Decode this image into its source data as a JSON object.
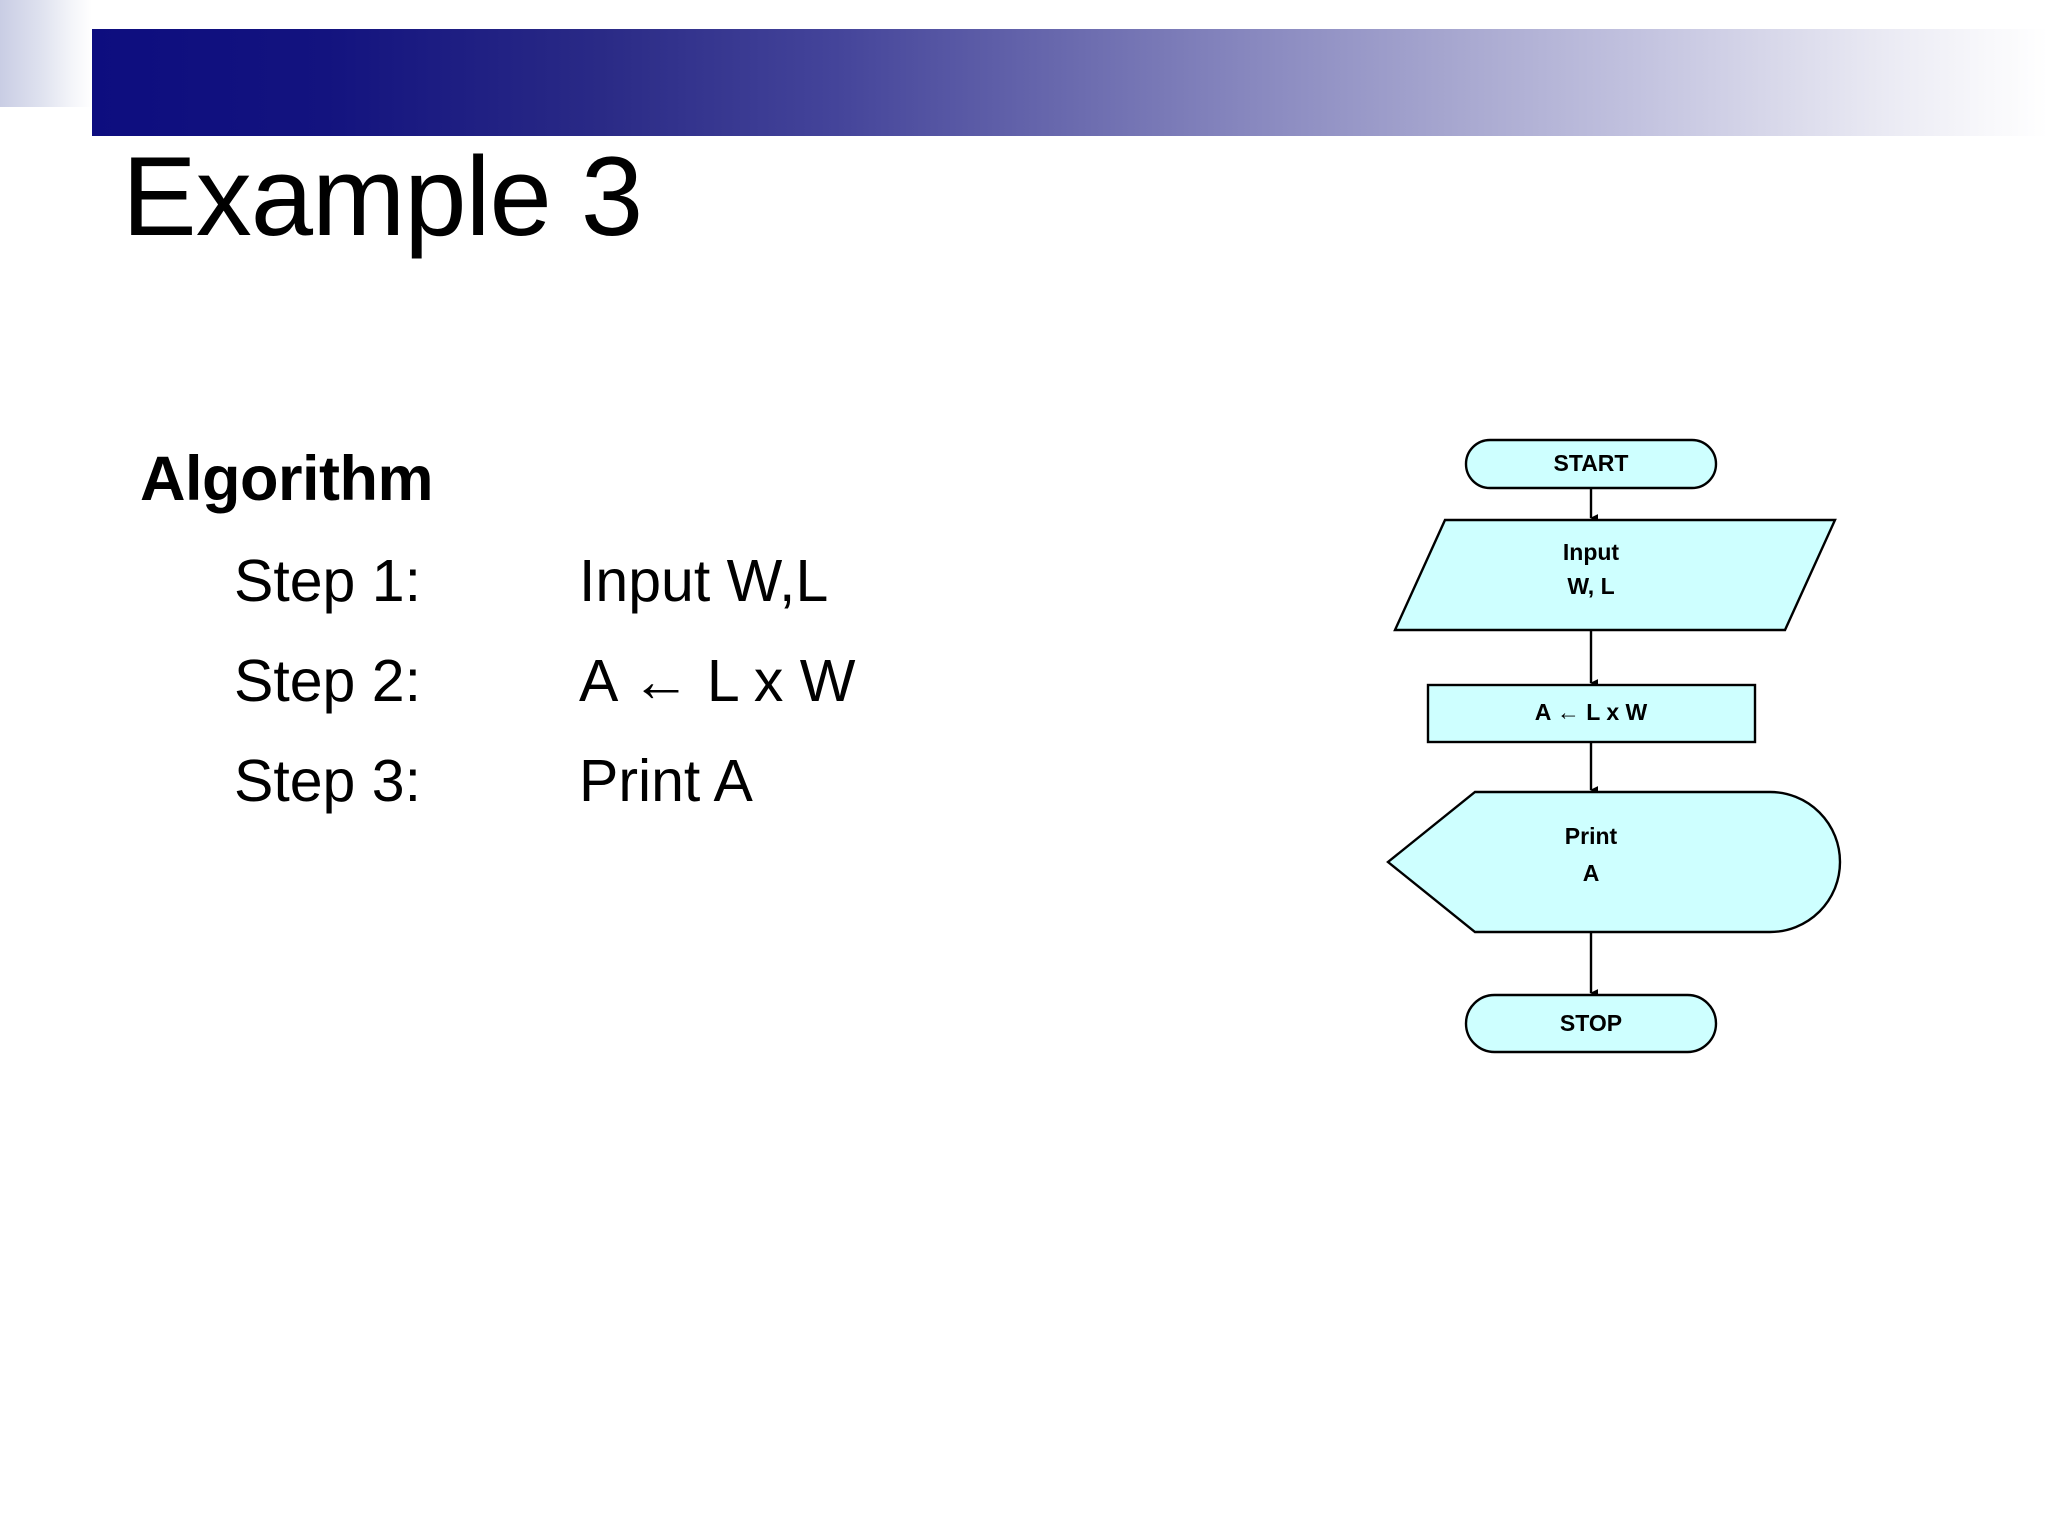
{
  "slide": {
    "title": "Example 3",
    "colors": {
      "banner_start": "#0d0d7f",
      "banner_end": "#ffffff",
      "shape_fill": "#ceffff",
      "shape_stroke": "#000000",
      "background": "#ffffff"
    }
  },
  "algorithm": {
    "heading": "Algorithm",
    "steps": [
      {
        "label": "Step 1:",
        "value": "Input W,L"
      },
      {
        "label": "Step 2:",
        "value": "A ← L  x  W"
      },
      {
        "label": "Step 3:",
        "value": "Print A"
      }
    ]
  },
  "flowchart": {
    "nodes": [
      {
        "id": "start",
        "shape": "terminator",
        "lines": [
          "START"
        ]
      },
      {
        "id": "input",
        "shape": "parallelogram",
        "lines": [
          "Input",
          "W, L"
        ]
      },
      {
        "id": "process",
        "shape": "rectangle",
        "lines": [
          "A ← L x W"
        ]
      },
      {
        "id": "print",
        "shape": "display",
        "lines": [
          "Print",
          "A"
        ]
      },
      {
        "id": "stop",
        "shape": "terminator",
        "lines": [
          "STOP"
        ]
      }
    ],
    "edges": [
      {
        "from": "start",
        "to": "input"
      },
      {
        "from": "input",
        "to": "process"
      },
      {
        "from": "process",
        "to": "print"
      },
      {
        "from": "print",
        "to": "stop"
      }
    ]
  }
}
